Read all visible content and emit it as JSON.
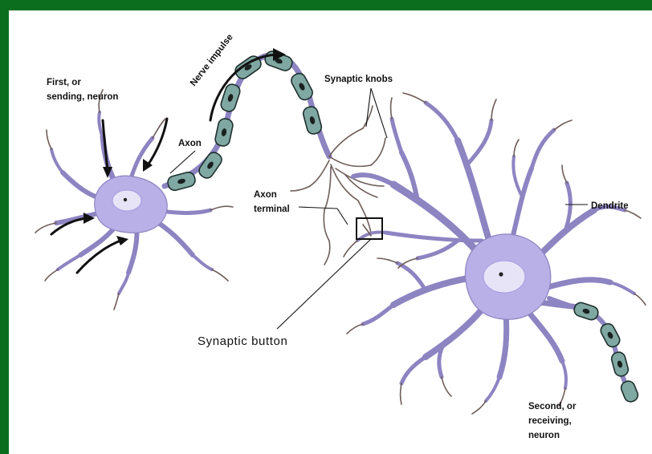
{
  "labels": {
    "first_neuron_line1": "First, or",
    "first_neuron_line2": "sending, neuron",
    "nerve_impulse": "Nerve impulse",
    "synaptic_knobs": "Synaptic knobs",
    "axon": "Axon",
    "axon_terminal_line1": "Axon",
    "axon_terminal_line2": "terminal",
    "dendrite": "Dendrite",
    "synaptic_button": "Synaptic  button",
    "second_neuron_line1": "Second, or",
    "second_neuron_line2": "receiving,",
    "second_neuron_line3": "neuron"
  },
  "colors": {
    "background_frame": "#0b6e1f",
    "panel": "#ffffff",
    "cell_body": "#b8b0e6",
    "nucleus": "#e8e4f8",
    "myelin_sheath": "#80a8a2"
  }
}
